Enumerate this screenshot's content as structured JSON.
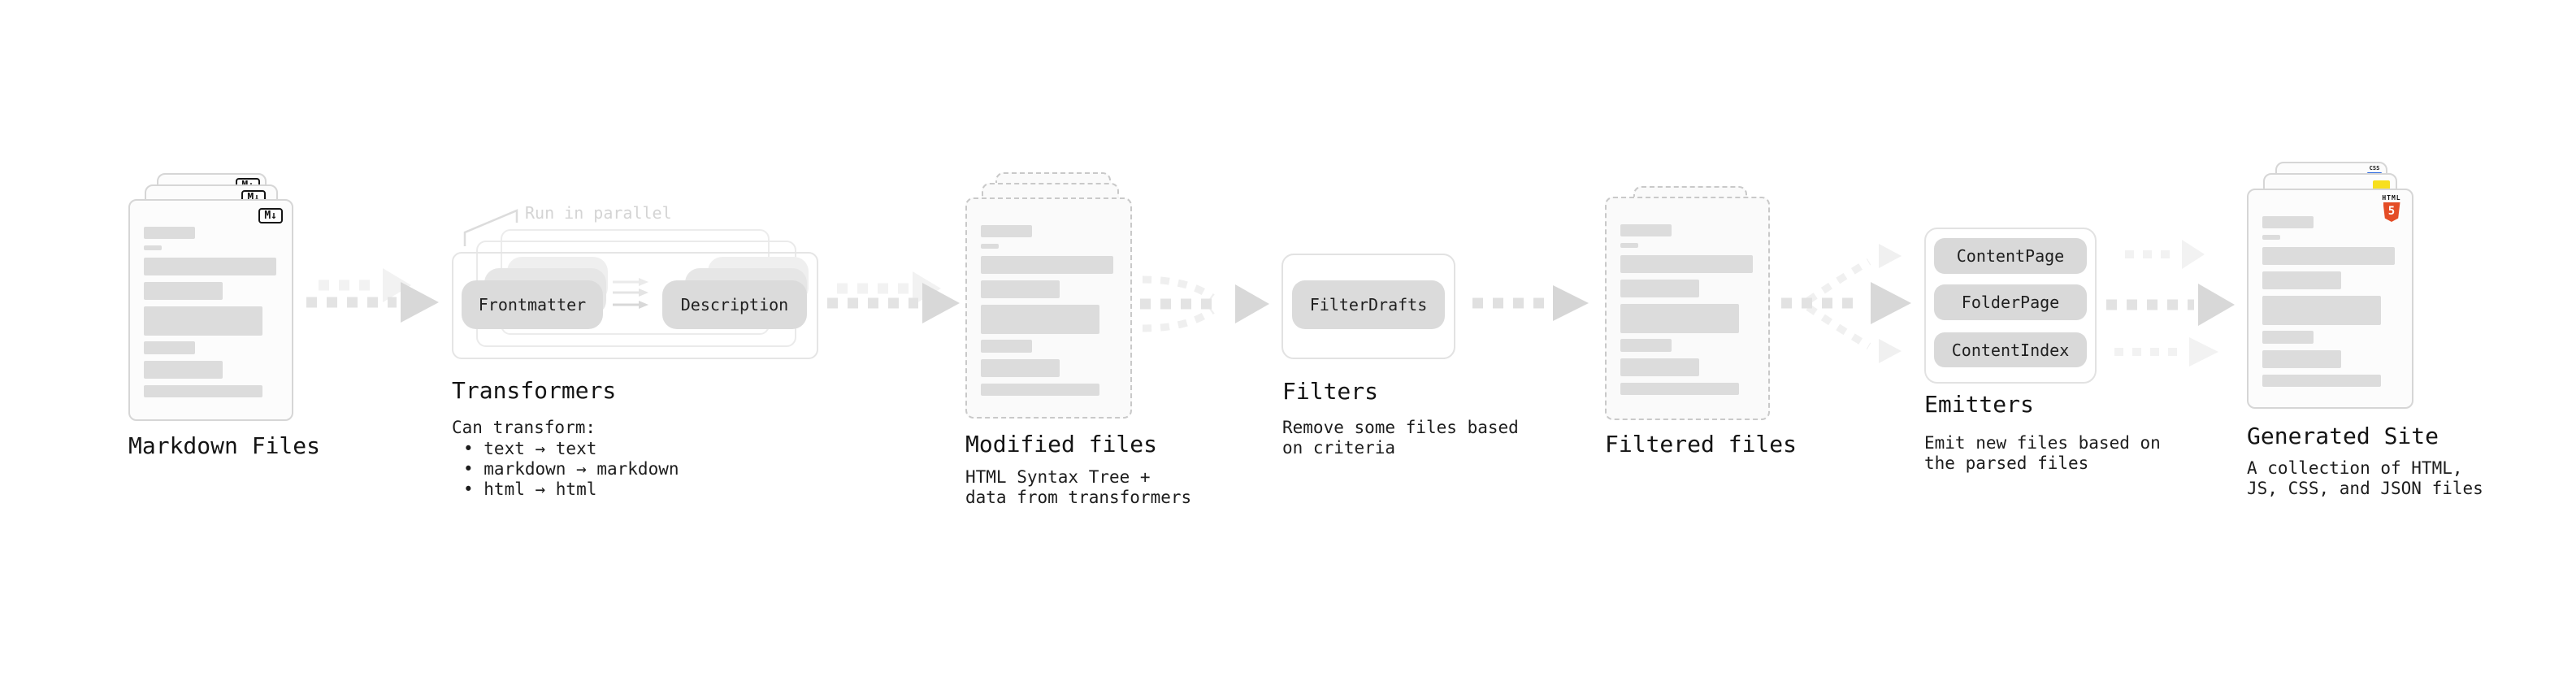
{
  "stages": {
    "markdown": {
      "title": "Markdown Files"
    },
    "transformers": {
      "title": "Transformers",
      "annotation": "Run in parallel",
      "pill_left": "Frontmatter",
      "pill_right": "Description",
      "desc_title": "Can transform:",
      "bullets": [
        "• text → text",
        "• markdown → markdown",
        "• html → html"
      ]
    },
    "modified": {
      "title": "Modified files",
      "desc_line1": "HTML Syntax Tree +",
      "desc_line2": "data from transformers"
    },
    "filters": {
      "title": "Filters",
      "pill": "FilterDrafts",
      "desc_line1": "Remove some files based",
      "desc_line2": "on criteria"
    },
    "filtered": {
      "title": "Filtered files"
    },
    "emitters": {
      "title": "Emitters",
      "pills": [
        "ContentPage",
        "FolderPage",
        "ContentIndex"
      ],
      "desc_line1": "Emit new files based on",
      "desc_line2": "the parsed files"
    },
    "generated": {
      "title": "Generated Site",
      "desc_line1": "A collection of HTML,",
      "desc_line2": "JS, CSS, and JSON files"
    }
  },
  "icons": {
    "markdown_badge": "M↓",
    "html5_label": "HTML",
    "html5_number": "5",
    "css_label": "CSS"
  },
  "colors": {
    "html5_orange": "#e44d26",
    "js_yellow": "#f7df1e",
    "css_blue": "#2d6ae0",
    "text": "#1a1a1a",
    "muted_annotation": "#d4d4d4",
    "placeholder_gray": "#dcdcdc"
  }
}
